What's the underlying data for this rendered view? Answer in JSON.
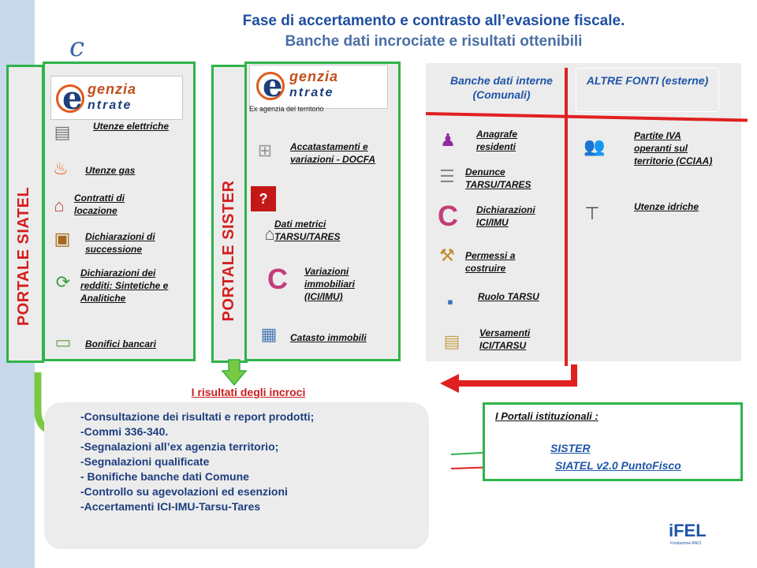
{
  "title": {
    "line1": "Fase di accertamento  e contrasto all’evasione fiscale.",
    "line2": "Banche dati incrociate e risultati ottenibili"
  },
  "siatel": {
    "vertical_label": "PORTALE SIATEL",
    "logo_word1": "genzia",
    "logo_word2": "ntrate",
    "items": [
      {
        "label": "Utenze elettriche",
        "icon": "electric-meter-icon"
      },
      {
        "label": "Utenze gas",
        "icon": "flame-icon"
      },
      {
        "label": "Contratti di locazione",
        "icon": "house-icon"
      },
      {
        "label": "Dichiarazioni di successione",
        "icon": "briefcase-icon"
      },
      {
        "label": "Dichiarazioni dei redditi: Sintetiche  e Analitiche",
        "icon": "house-cycle-icon"
      },
      {
        "label": "Bonifici bancari",
        "icon": "banknote-icon"
      }
    ]
  },
  "sister": {
    "vertical_label": "PORTALE SISTER",
    "logo_word1": "genzia",
    "logo_word2": "ntrate",
    "logo_caption": "Ex agenzia del territorio",
    "items": [
      {
        "label": "Accatastamenti e variazioni - DOCFA",
        "icon": "floor-plan-icon"
      },
      {
        "label": "Dati metrici TARSU/TARES",
        "icon": "house-question-icon"
      },
      {
        "label": "Variazioni immobiliari (ICI/IMU)",
        "icon": "ici-logo-icon"
      },
      {
        "label": "Catasto immobili",
        "icon": "building-icon"
      }
    ]
  },
  "right": {
    "header_internal": "Banche dati interne (Comunali)",
    "header_external": "ALTRE FONTI (esterne)",
    "internal_items": [
      {
        "label": "Anagrafe residenti",
        "icon": "people-icon"
      },
      {
        "label": "Denunce TARSU/TARES",
        "icon": "document-icon"
      },
      {
        "label": "Dichiarazioni ICI/IMU",
        "icon": "ici-logo-icon"
      },
      {
        "label": "Permessi a costruire",
        "icon": "crane-icon"
      },
      {
        "label": "Ruolo TARSU",
        "icon": "floppy-disk-icon"
      },
      {
        "label": "Versamenti ICI/TARSU",
        "icon": "money-icon"
      }
    ],
    "external_items": [
      {
        "label": "Partite IVA operanti sul territorio (CCIAA)",
        "icon": "business-people-icon"
      },
      {
        "label": "Utenze idriche",
        "icon": "water-tap-icon"
      }
    ]
  },
  "results": {
    "title": "I risultati degli incroci",
    "bullets": [
      "-Consultazione dei risultati e report prodotti;",
      "-Commi 336-340.",
      "-Segnalazioni all’ex agenzia territorio;",
      "-Segnalazioni qualificate",
      "- Bonifiche banche dati Comune",
      "-Controllo su agevolazioni ed esenzioni",
      "-Accertamenti ICI-IMU-Tarsu-Tares"
    ]
  },
  "portals": {
    "title": "I Portali istituzionali :",
    "link1": "SISTER",
    "link2": "SIATEL v2.0 PuntoFisco"
  },
  "brand": {
    "name": "iFEL",
    "subtitle": "Fondazione ANCI"
  },
  "colors": {
    "green": "#2fb34a",
    "red": "#d51e1e",
    "blue": "#1f55a8",
    "panel_gray": "#ececec",
    "strip": "#c9d9ec"
  }
}
